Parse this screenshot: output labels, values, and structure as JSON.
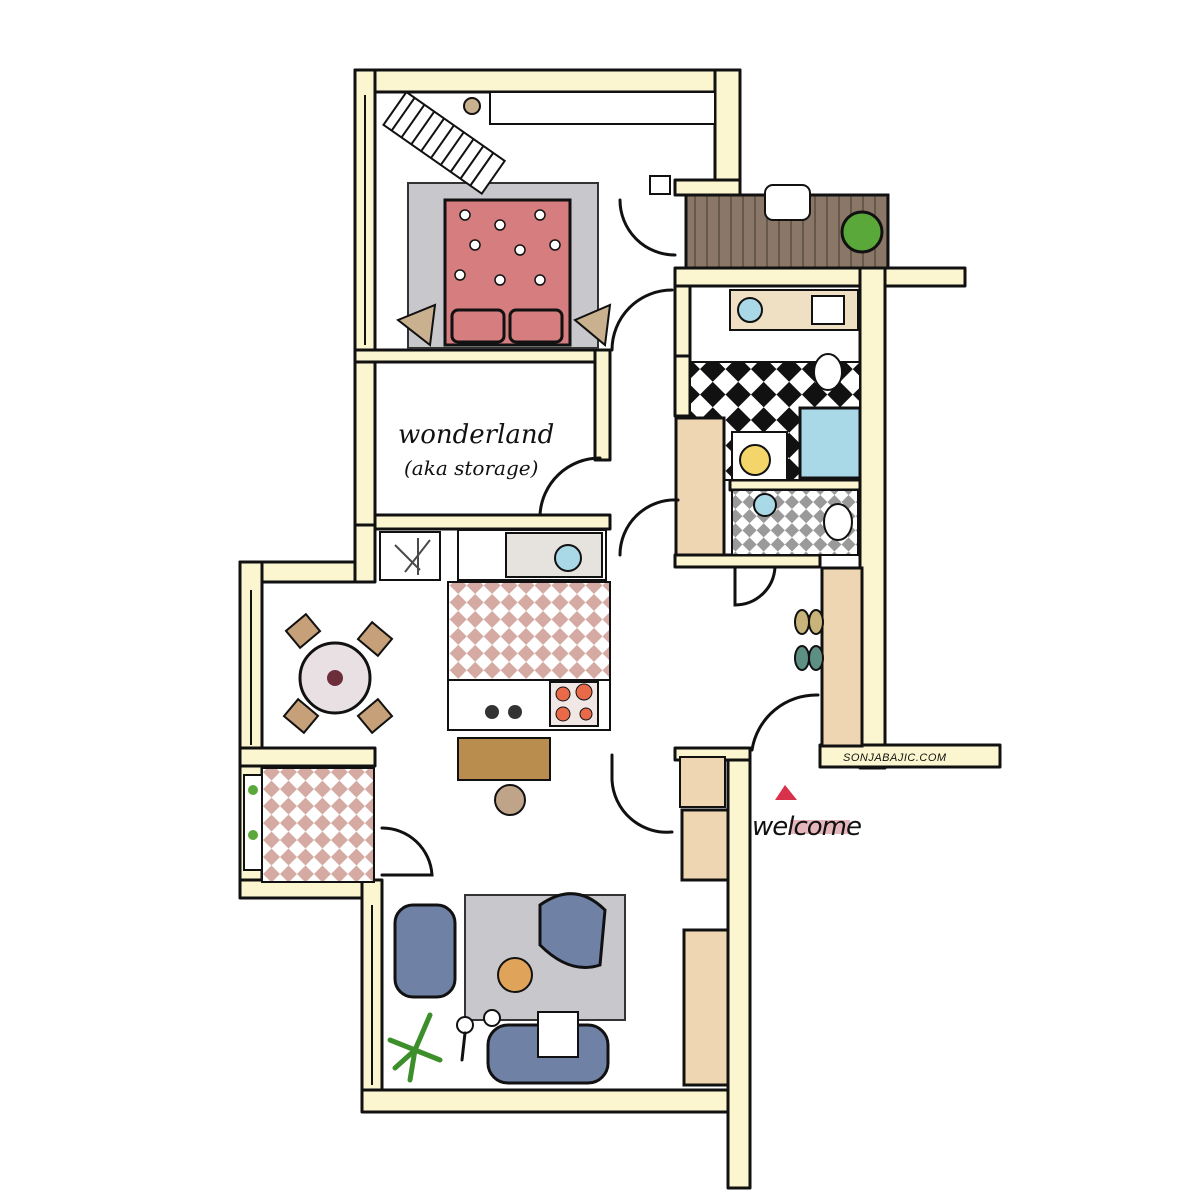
{
  "plan": {
    "storage_label": "wonderland",
    "storage_sublabel": "(aka storage)",
    "entrance_label": "welcome",
    "credit": "SONJABAJIC.COM"
  },
  "colors": {
    "wall": "#fbf6cf",
    "rug_pink": "#d57d7f",
    "rug_gray": "#c8c8cc",
    "cabinet": "#efd6b2",
    "hall_floor": "#8a7767",
    "sofa_blue": "#6f82a6",
    "tile_pink": "#d4aaa3",
    "accent_red": "#d8314a",
    "plant_green": "#5ba83a"
  }
}
